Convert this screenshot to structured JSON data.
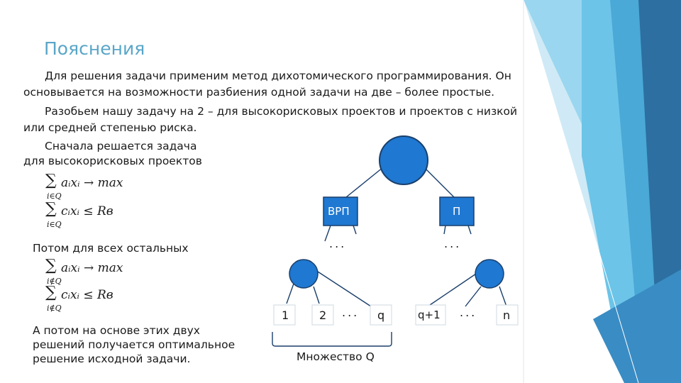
{
  "title": "Пояснения",
  "paragraphs": {
    "p1_line1": "Для решения задачи применим метод дихотомического программирования. Он",
    "p1_line2": "основывается на возможности разбиения одной задачи на две – более простые.",
    "p2_line1": "Разобьем нашу задачу на 2 – для высокорисковых проектов и проектов с низкой",
    "p2_line2": "или средней степенью риска.",
    "p3_line1": "Сначала решается задача",
    "p3_line2": "для высокорисковых проектов",
    "p4": "Потом для всех остальных",
    "p5_line1": "А потом на основе этих двух",
    "p5_line2": "решений получается оптимальное",
    "p5_line3": "решение исходной задачи."
  },
  "formulas": {
    "f1": {
      "expr": "aᵢxᵢ  → max",
      "sub": "i∈Q"
    },
    "f2": {
      "expr": "cᵢxᵢ ≤ Rв",
      "sub": "i∈Q"
    },
    "f3": {
      "expr": "aᵢxᵢ  → max",
      "sub": "i∉Q"
    },
    "f4": {
      "expr": "cᵢxᵢ ≤ Rв",
      "sub": "i∉Q"
    }
  },
  "tree": {
    "left_box": "ВРП",
    "right_box": "П",
    "dots": "...",
    "leaves": [
      "1",
      "2",
      "...",
      "q",
      "q+1",
      "...",
      "n"
    ],
    "brace_label": "Множество Q"
  },
  "colors": {
    "title": "#5aa6c8",
    "node_fill": "#1f78d1",
    "node_stroke": "#1a3f6b",
    "deco_light": "#b9e2f3",
    "deco_mid": "#6cc4e8",
    "deco_dark": "#2c6fa0"
  }
}
